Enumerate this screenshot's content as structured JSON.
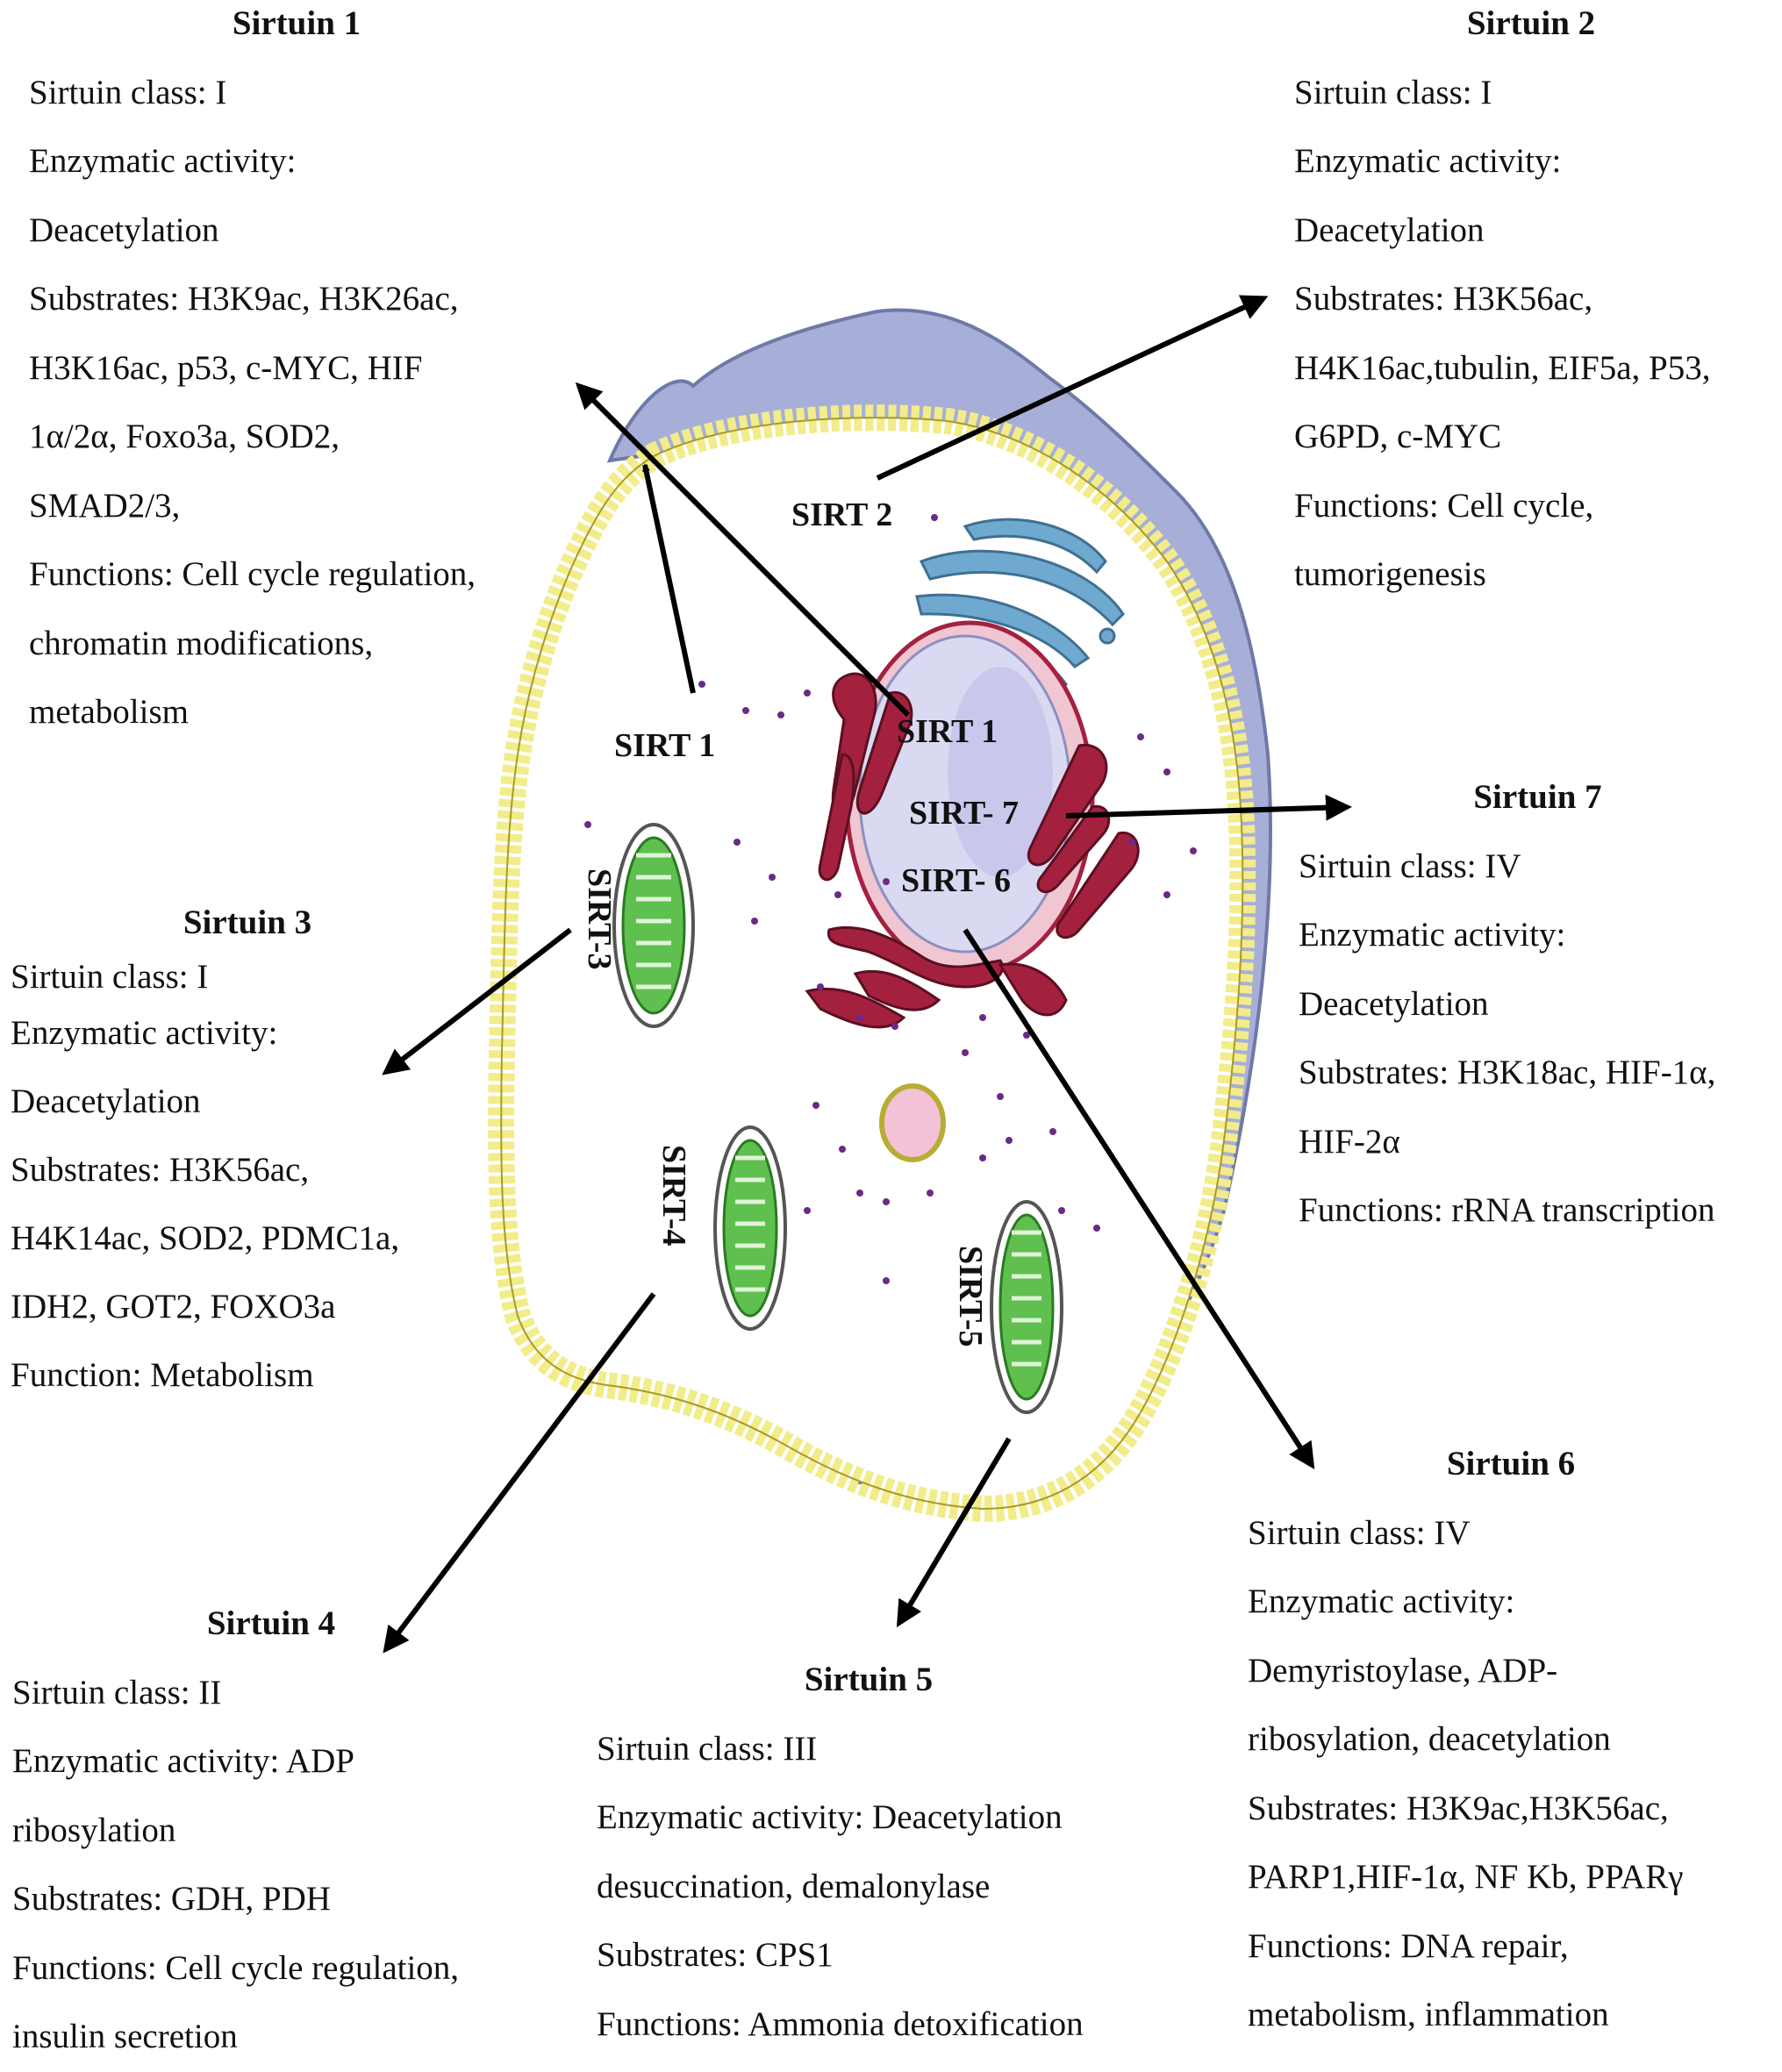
{
  "labels": {
    "sirt1_cyto": "SIRT 1",
    "sirt1_nuc": "SIRT 1",
    "sirt2": "SIRT 2",
    "sirt3": "SIRT-3",
    "sirt4": "SIRT-4",
    "sirt5": "SIRT-5",
    "sirt6": "SIRT- 6",
    "sirt7": "SIRT- 7"
  },
  "blocks": {
    "s1": {
      "title": "Sirtuin 1",
      "lines": [
        "Sirtuin class: I",
        "Enzymatic activity:",
        "Deacetylation",
        "Substrates: H3K9ac, H3K26ac,",
        "H3K16ac, p53, c-MYC, HIF",
        "1α/2α, Foxo3a, SOD2,",
        "SMAD2/3,",
        "Functions: Cell cycle regulation,",
        "chromatin modifications,",
        "metabolism"
      ]
    },
    "s2": {
      "title": "Sirtuin 2",
      "lines": [
        "Sirtuin class: I",
        "Enzymatic activity:",
        "Deacetylation",
        "Substrates: H3K56ac,",
        "H4K16ac,tubulin, EIF5a, P53,",
        "G6PD, c-MYC",
        "Functions: Cell cycle,",
        "tumorigenesis"
      ]
    },
    "s3": {
      "title": "Sirtuin 3",
      "lines": [
        "Sirtuin class: I",
        "Enzymatic activity:",
        "Deacetylation",
        "Substrates: H3K56ac,",
        "H4K14ac, SOD2, PDMC1a,",
        "IDH2, GOT2, FOXO3a",
        "Function: Metabolism"
      ]
    },
    "s4": {
      "title": "Sirtuin 4",
      "lines": [
        "Sirtuin class: II",
        "Enzymatic activity: ADP",
        "ribosylation",
        "Substrates: GDH, PDH",
        "Functions: Cell cycle regulation,",
        "insulin secretion"
      ]
    },
    "s5": {
      "title": "Sirtuin 5",
      "lines": [
        "Sirtuin class: III",
        "Enzymatic activity: Deacetylation",
        "desuccination, demalonylase",
        "Substrates: CPS1",
        "Functions: Ammonia detoxification"
      ]
    },
    "s6": {
      "title": "Sirtuin 6",
      "lines": [
        "Sirtuin class: IV",
        "Enzymatic activity:",
        "Demyristoylase, ADP-",
        "ribosylation, deacetylation",
        "Substrates: H3K9ac,H3K56ac,",
        "PARP1,HIF-1α, NF Kb, PPARγ",
        "Functions: DNA repair,",
        "metabolism, inflammation"
      ]
    },
    "s7": {
      "title": "Sirtuin 7",
      "lines": [
        "Sirtuin class: IV",
        "Enzymatic activity:",
        "Deacetylation",
        "Substrates: H3K18ac, HIF-1α,",
        "HIF-2α",
        "Functions: rRNA transcription"
      ]
    }
  },
  "colors": {
    "cytoplasm": "#a7afd8",
    "membrane_dot": "#f2ec8a",
    "membrane_stroke": "#a99a2a",
    "er": "#a3213f",
    "golgi": "#6fa9cf",
    "nucleus": "#dad9f2",
    "mito": "#5fbf4f",
    "vesicle": "#f3c2d6",
    "dots": "#6a2a86",
    "arrow": "#000000"
  },
  "icons": [
    "cell-membrane-icon",
    "nucleus-icon",
    "mitochondrion-icon",
    "golgi-icon",
    "endoplasmic-reticulum-icon",
    "vesicle-icon"
  ]
}
